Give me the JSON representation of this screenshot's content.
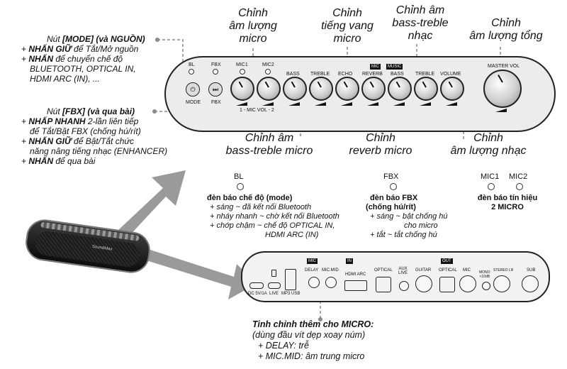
{
  "callouts": {
    "mic_vol": "Chỉnh\nâm lượng\nmicro",
    "echo": "Chỉnh\ntiếng vang\nmicro",
    "music_bt": "Chỉnh âm\nbass-treble\nnhạc",
    "master": "Chỉnh\nâm lượng tổng",
    "mic_bt": "Chỉnh âm\nbass-treble micro",
    "reverb": "Chỉnh\nreverb micro",
    "music_vol": "Chỉnh\nâm lượng nhạc"
  },
  "mode_note": {
    "title_a": "Nút ",
    "title_b": "[MODE] (và NGUỒN)",
    "l1_a": "+ ",
    "l1_b": "NHẤN GIỮ",
    "l1_c": " để Tắt/Mở nguồn",
    "l2_a": "+ ",
    "l2_b": "NHẤN",
    "l2_c": " để chuyển chế độ",
    "l3": "BLUETOOTH, OPTICAL IN,",
    "l4": "HDMI ARC (IN), ..."
  },
  "fbx_note": {
    "title_a": "Nút ",
    "title_b": "[FBX] (và qua bài)",
    "l1_a": "+ ",
    "l1_b": "NHẤP NHANH",
    "l1_c": " 2-lần liên tiếp",
    "l2": "để Tắt/Bật FBX (chống hú/rít)",
    "l3_a": "+ ",
    "l3_b": "NHẤN GIỮ",
    "l3_c": " để Bật/Tắt chức",
    "l4": "năng nâng tiếng nhạc (ENHANCER)",
    "l5_a": "+ ",
    "l5_b": "NHẤN",
    "l5_c": " để qua bài"
  },
  "top_panel": {
    "led_bl": "BL",
    "led_fbx": "FBX",
    "mode_label": "MODE",
    "fbx_label": "FBX",
    "mode_icon": "power-icon",
    "fbx_icon": "skip-next-icon",
    "mic1": "MIC1",
    "mic2": "MIC2",
    "bass": "BASS",
    "treble": "TREBLE",
    "echo": "ECHO",
    "reverb": "REVERB",
    "mic_tag": "MIC",
    "music_tag": "MUSIC",
    "bass2": "BASS",
    "treble2": "TREBLE",
    "volume": "VOLUME",
    "master_vol": "MASTER VOL",
    "mic_vol_caption": "1 - MIC VOL - 2"
  },
  "legend": {
    "bl": {
      "label": "BL",
      "title": "đèn báo chế độ (mode)",
      "lines": [
        "+ sáng ~ đã kết nối Bluetooth",
        "+ nháy nhanh ~ chờ kết nối Bluetooth",
        "+ chớp chậm ~ chế độ OPTICAL IN,",
        "HDMI ARC (IN)"
      ]
    },
    "fbx": {
      "label": "FBX",
      "title1": "đèn báo FBX",
      "title2": "(chống hú/rít)",
      "lines": [
        "+ sáng ~ bật chống hú",
        "cho micro",
        "+ tắt ~ tắt chống hú"
      ]
    },
    "mic": {
      "label1": "MIC1",
      "label2": "MIC2",
      "title1": "đèn báo tín hiệu",
      "title2": "2 MICRO"
    }
  },
  "rear_panel": {
    "mic_tag": "MIC",
    "in_tag": "IN",
    "out_tag": "OUT",
    "delay": "DELAY",
    "mic_mid": "MIC.MID",
    "hdmi": "HDMI ARC",
    "optical_in": "OPTICAL",
    "aux": "AUX\nLIVE",
    "guitar": "GUITAR",
    "optical_out": "OPTICAL",
    "mic_out": "MIC",
    "stereo": "STEREO LR",
    "mono": "MONO\n<10dB",
    "sub": "SUB",
    "dc": "DC 5V/1A",
    "live": "LIVE",
    "mp3": "MP3 USB"
  },
  "micro_note": {
    "title": "Tinh chỉnh thêm cho MICRO:",
    "sub": "(dùng đầu vít dẹp xoay núm)",
    "l1_a": "+ DELAY: ",
    "l1_b": "trễ",
    "l2_a": "+ MIC.MID: ",
    "l2_b": "âm trung micro"
  },
  "speaker": {
    "brand": "SoundMax"
  }
}
